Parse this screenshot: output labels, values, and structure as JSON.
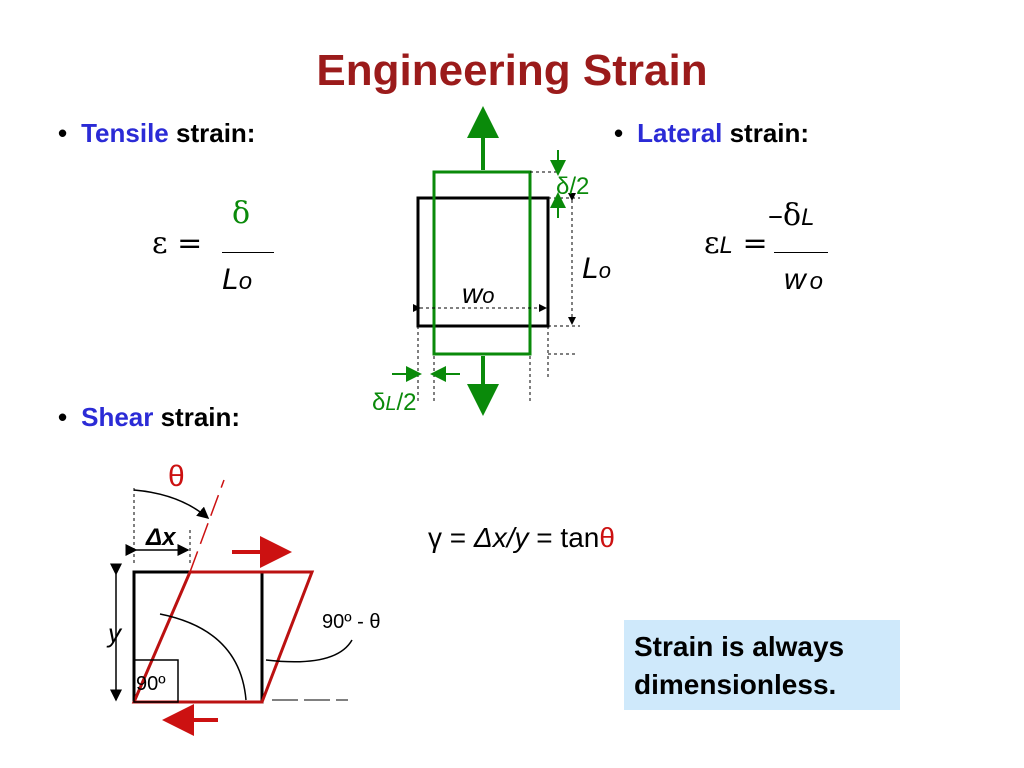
{
  "title": "Engineering Strain",
  "bullets": {
    "dot": "•",
    "tensile": {
      "keyword": "Tensile",
      "rest": " strain:"
    },
    "lateral": {
      "keyword": "Lateral",
      "rest": " strain:"
    },
    "shear": {
      "keyword": "Shear",
      "rest": " strain:"
    }
  },
  "equations": {
    "tensile": {
      "lhs": "ε =",
      "numerator": "δ",
      "denominator_var": "L",
      "denominator_sub": "o"
    },
    "lateral": {
      "lhs_symbol": "ε",
      "lhs_sub": "L",
      "equals": "=",
      "numerator_symbol": "–δ",
      "numerator_sub": "L",
      "denominator_var": "w",
      "denominator_sub": "o"
    },
    "shear": {
      "gamma": "γ",
      "equals1": "=",
      "delta_x": "Δx/y",
      "equals2": "=",
      "tan": "tan",
      "theta": "θ"
    }
  },
  "tensile_diagram": {
    "delta_half_label": "δ/2",
    "length_var": "L",
    "length_sub": "o",
    "width_var": "w",
    "width_sub": "o",
    "lateral_half_symbol": "δ",
    "lateral_half_sub": "L",
    "lateral_half_rest": "/2"
  },
  "shear_diagram": {
    "theta_label": "θ",
    "delta_x_label": "Δx",
    "y_label": "y",
    "right_angle_label": "90º",
    "complement_label": "90º - θ"
  },
  "note": {
    "line1": "Strain is always",
    "line2": "dimensionless."
  },
  "colors": {
    "title": "#9b1b1b",
    "keyword": "#2b2bd6",
    "green": "#0a8a0a",
    "red": "#cc1111",
    "note_bg": "#cfe9fb"
  }
}
